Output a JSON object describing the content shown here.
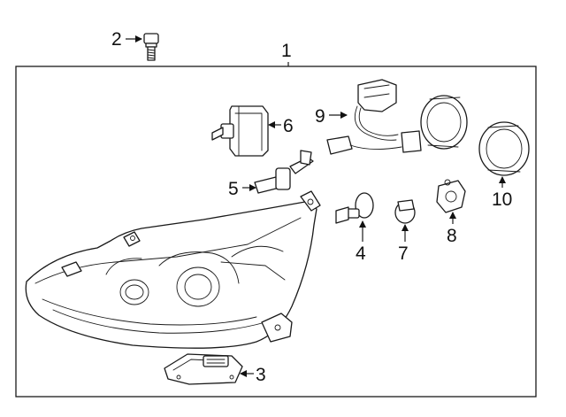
{
  "diagram": {
    "callouts": [
      {
        "id": "1",
        "label": "1"
      },
      {
        "id": "2",
        "label": "2"
      },
      {
        "id": "3",
        "label": "3"
      },
      {
        "id": "4",
        "label": "4"
      },
      {
        "id": "5",
        "label": "5"
      },
      {
        "id": "6",
        "label": "6"
      },
      {
        "id": "7",
        "label": "7"
      },
      {
        "id": "8",
        "label": "8"
      },
      {
        "id": "9",
        "label": "9"
      },
      {
        "id": "10",
        "label": "10"
      }
    ],
    "colors": {
      "line": "#1a1a1a",
      "background": "#ffffff"
    }
  }
}
